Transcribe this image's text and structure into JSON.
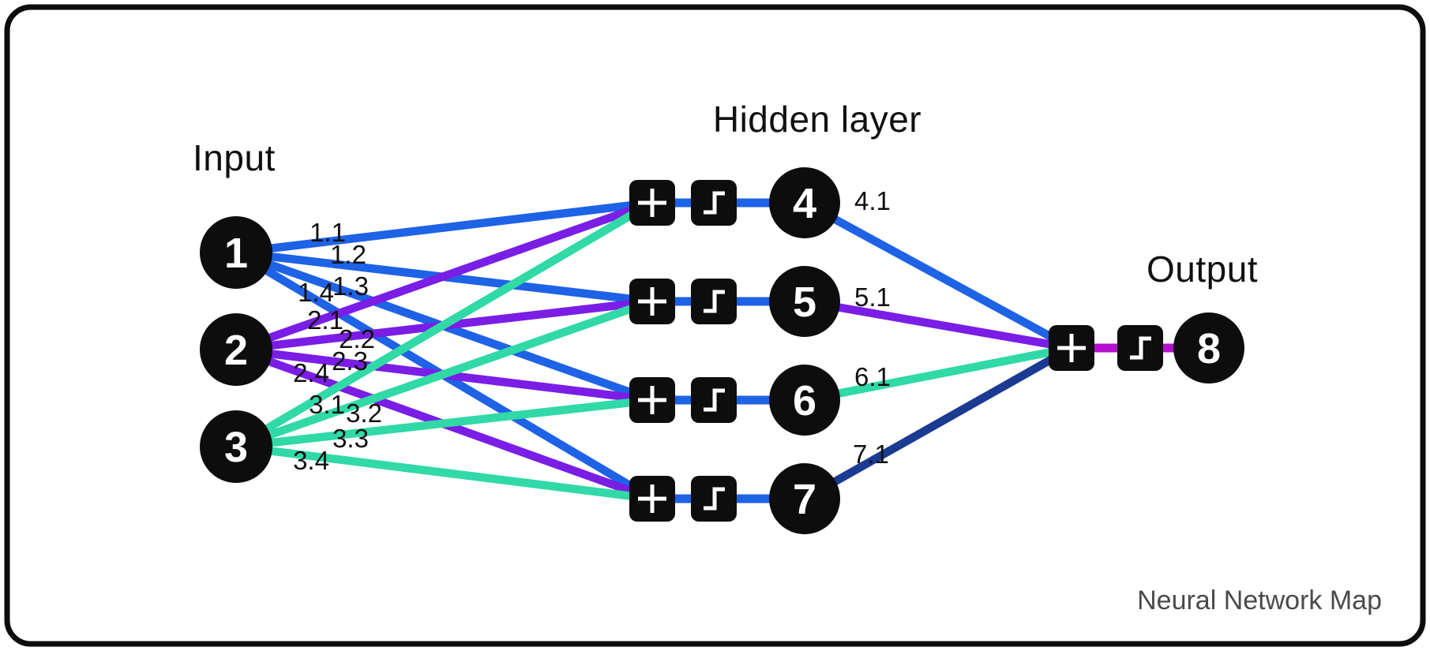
{
  "footer": {
    "text": "Neural Network Map"
  },
  "palette": {
    "node": "#0d0d0d",
    "border": "#0d0d0d",
    "background": "#ffffff",
    "blue": "#1e62e6",
    "violet": "#7a1ee6",
    "teal": "#30d9a6",
    "navy": "#1b3b92",
    "magenta": "#b410cd",
    "footer_text": "#4a4a4a"
  },
  "ops": {
    "sum": "+",
    "step_icon": "step-function"
  },
  "layers": {
    "input": {
      "label": "Input",
      "nodes": [
        {
          "id": "1"
        },
        {
          "id": "2"
        },
        {
          "id": "3"
        }
      ]
    },
    "hidden": {
      "label": "Hidden layer",
      "nodes": [
        {
          "id": "4"
        },
        {
          "id": "5"
        },
        {
          "id": "6"
        },
        {
          "id": "7"
        }
      ]
    },
    "output": {
      "label": "Output",
      "nodes": [
        {
          "id": "8"
        }
      ]
    }
  },
  "weights": {
    "input_to_hidden": [
      {
        "from": "1",
        "to": "4",
        "label": "1.1",
        "color": "blue"
      },
      {
        "from": "1",
        "to": "5",
        "label": "1.2",
        "color": "blue"
      },
      {
        "from": "1",
        "to": "6",
        "label": "1.3",
        "color": "blue"
      },
      {
        "from": "1",
        "to": "7",
        "label": "1.4",
        "color": "blue"
      },
      {
        "from": "2",
        "to": "4",
        "label": "2.1",
        "color": "violet"
      },
      {
        "from": "2",
        "to": "5",
        "label": "2.2",
        "color": "violet"
      },
      {
        "from": "2",
        "to": "6",
        "label": "2.3",
        "color": "violet"
      },
      {
        "from": "2",
        "to": "7",
        "label": "2.4",
        "color": "violet"
      },
      {
        "from": "3",
        "to": "4",
        "label": "3.1",
        "color": "teal"
      },
      {
        "from": "3",
        "to": "5",
        "label": "3.2",
        "color": "teal"
      },
      {
        "from": "3",
        "to": "6",
        "label": "3.3",
        "color": "teal"
      },
      {
        "from": "3",
        "to": "7",
        "label": "3.4",
        "color": "teal"
      }
    ],
    "hidden_to_output": [
      {
        "from": "4",
        "to": "8",
        "label": "4.1",
        "color": "blue"
      },
      {
        "from": "5",
        "to": "8",
        "label": "5.1",
        "color": "violet"
      },
      {
        "from": "6",
        "to": "8",
        "label": "6.1",
        "color": "teal"
      },
      {
        "from": "7",
        "to": "8",
        "label": "7.1",
        "color": "navy"
      }
    ]
  }
}
